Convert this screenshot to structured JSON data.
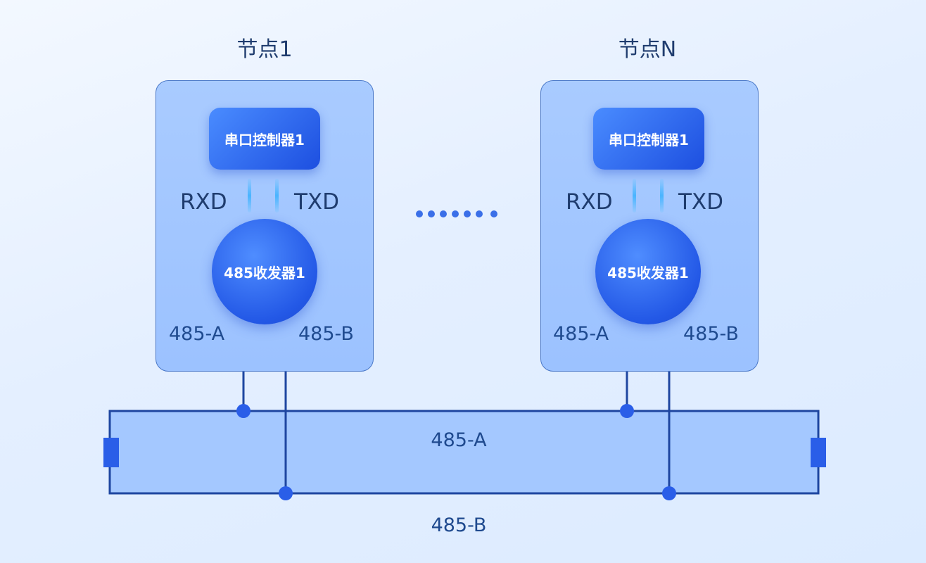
{
  "nodes": [
    {
      "title": "节点1",
      "controller": "串口控制器1",
      "rxd": "RXD",
      "txd": "TXD",
      "transceiver": "485收发器1",
      "pin_a": "485-A",
      "pin_b": "485-B"
    },
    {
      "title": "节点N",
      "controller": "串口控制器1",
      "rxd": "RXD",
      "txd": "TXD",
      "transceiver": "485收发器1",
      "pin_a": "485-A",
      "pin_b": "485-B"
    }
  ],
  "bus": {
    "line_a": "485-A",
    "line_b": "485-B"
  },
  "colors": {
    "wire": "#1e46a0",
    "bus_fill": "#a4c8ff",
    "terminator": "#2a5ee8"
  }
}
